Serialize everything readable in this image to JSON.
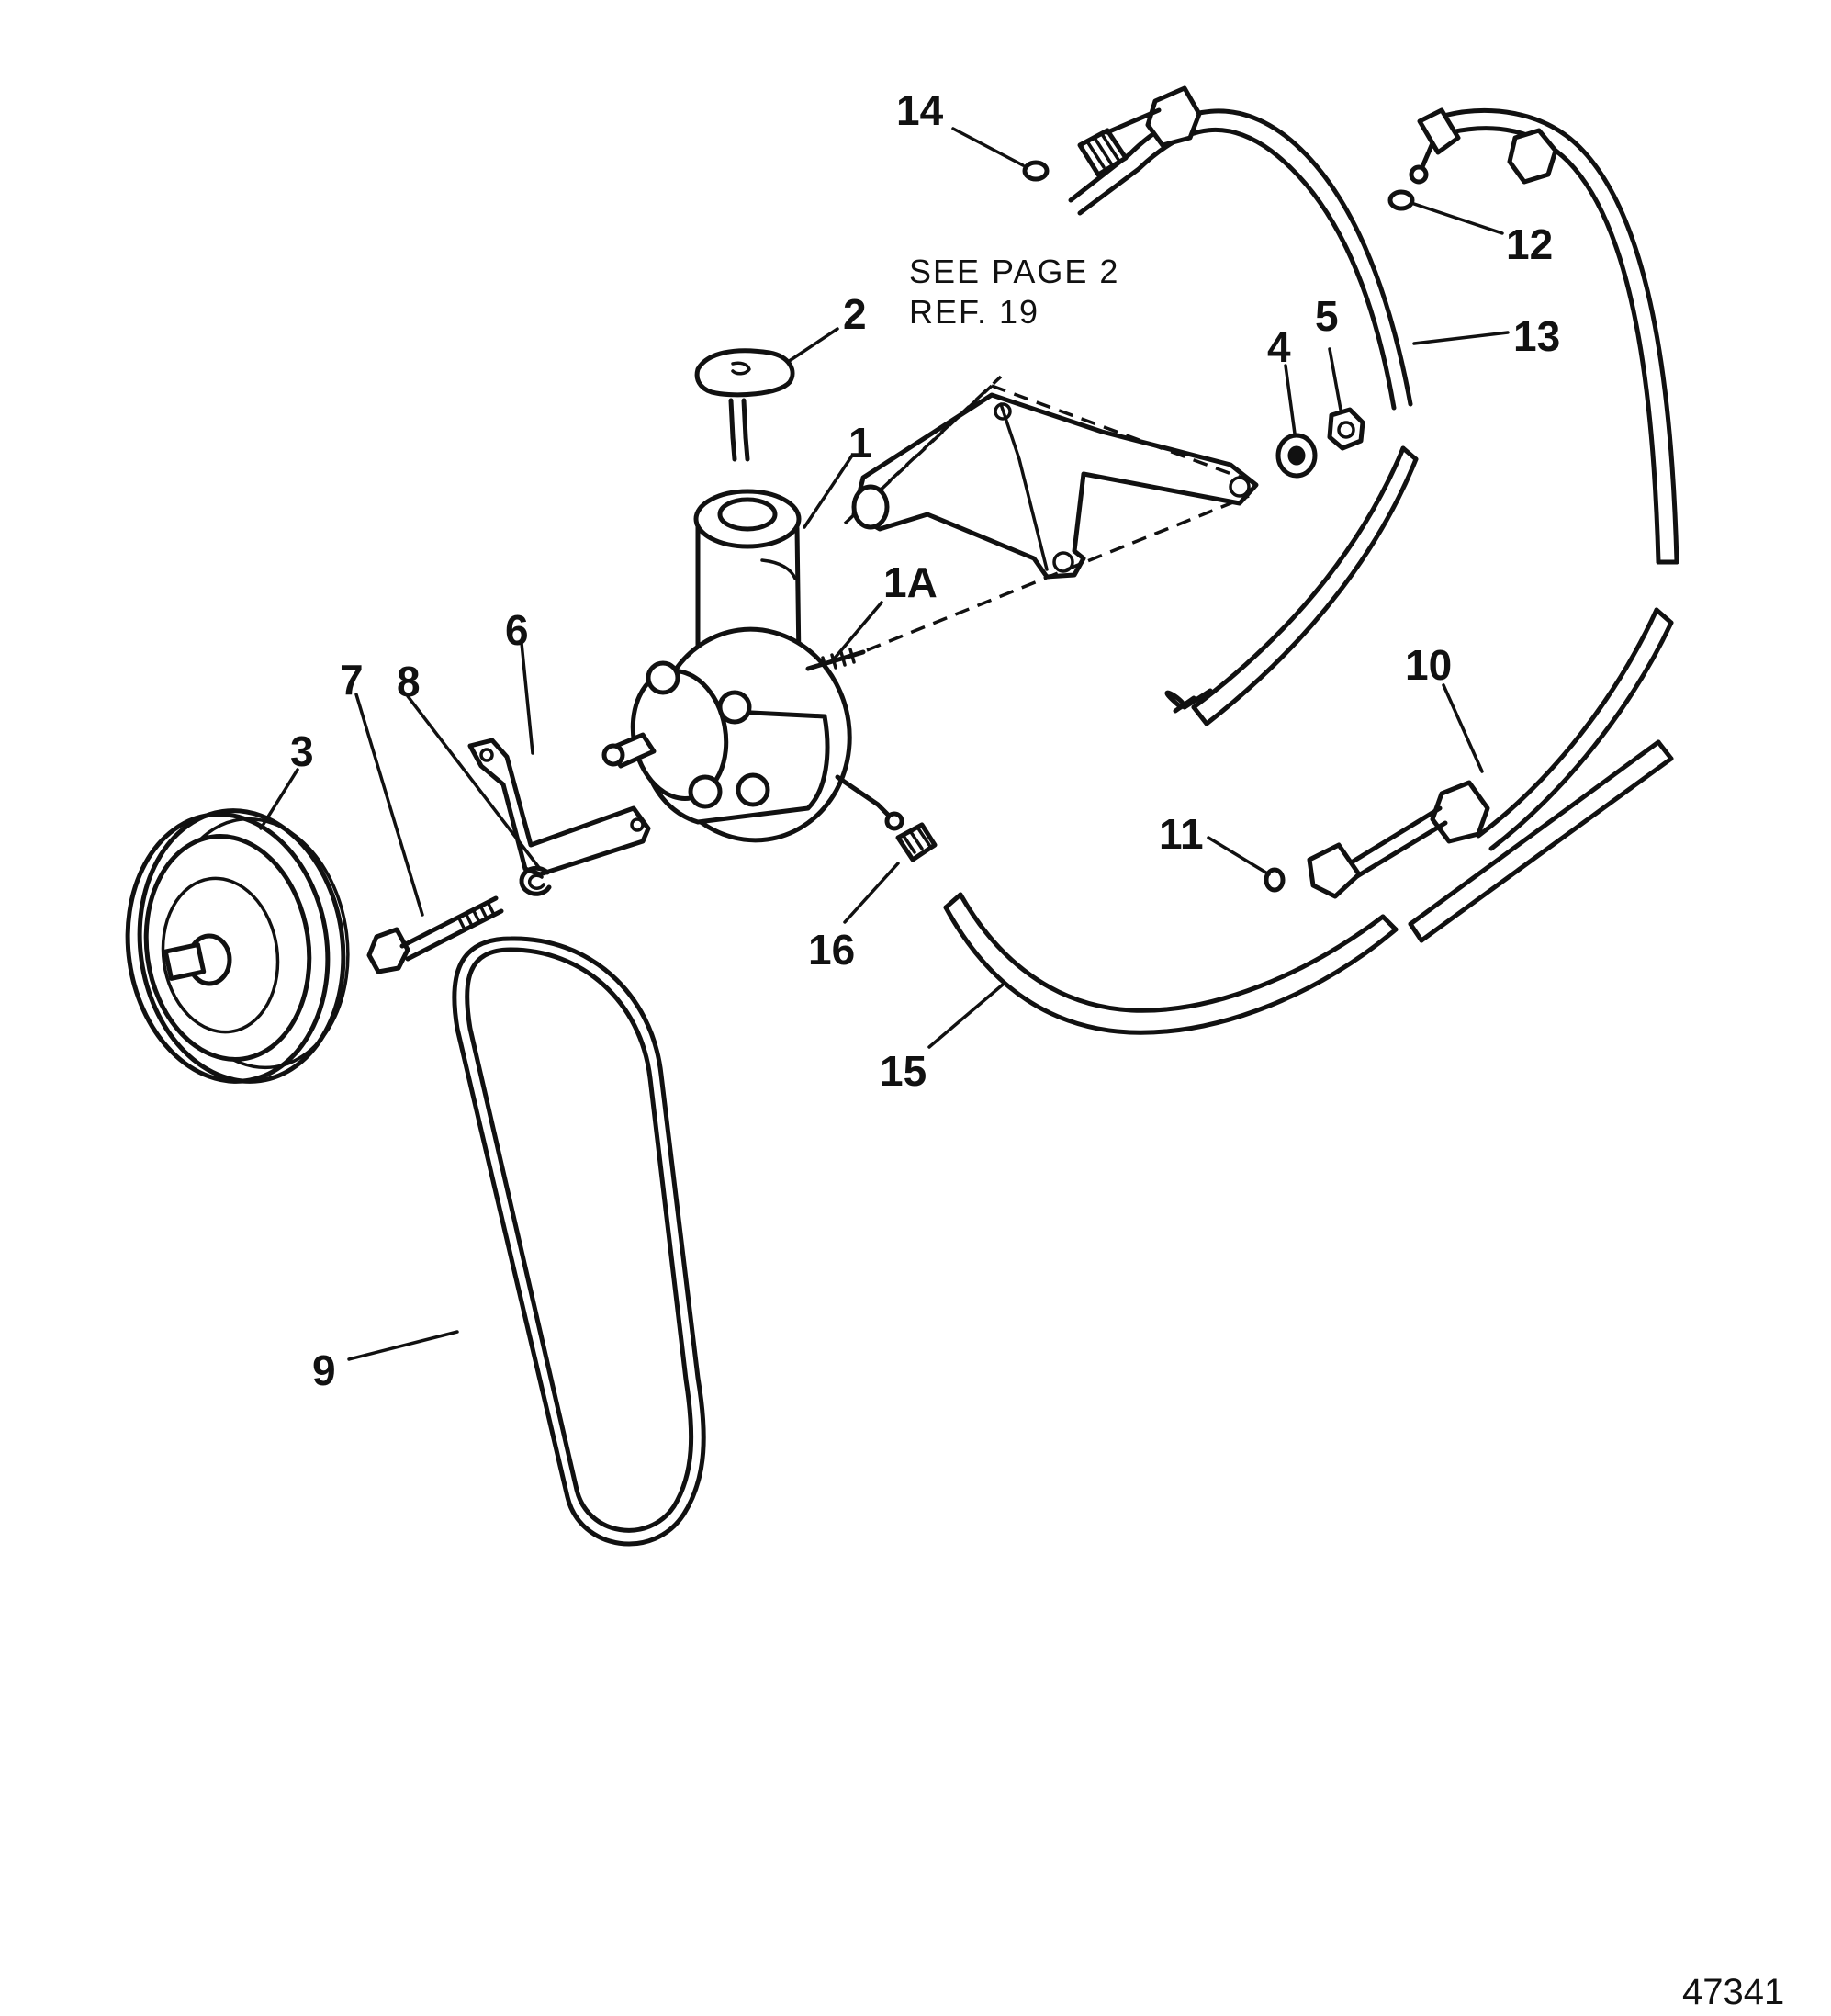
{
  "note": {
    "line1": "SEE PAGE 2",
    "line2": "REF. 19"
  },
  "callouts": {
    "c1": "1",
    "c1a": "1A",
    "c2": "2",
    "c3": "3",
    "c4": "4",
    "c5": "5",
    "c6": "6",
    "c7": "7",
    "c8": "8",
    "c9": "9",
    "c10": "10",
    "c11": "11",
    "c12": "12",
    "c13": "13",
    "c14": "14",
    "c15": "15",
    "c16": "16"
  },
  "figure_number": "47341"
}
